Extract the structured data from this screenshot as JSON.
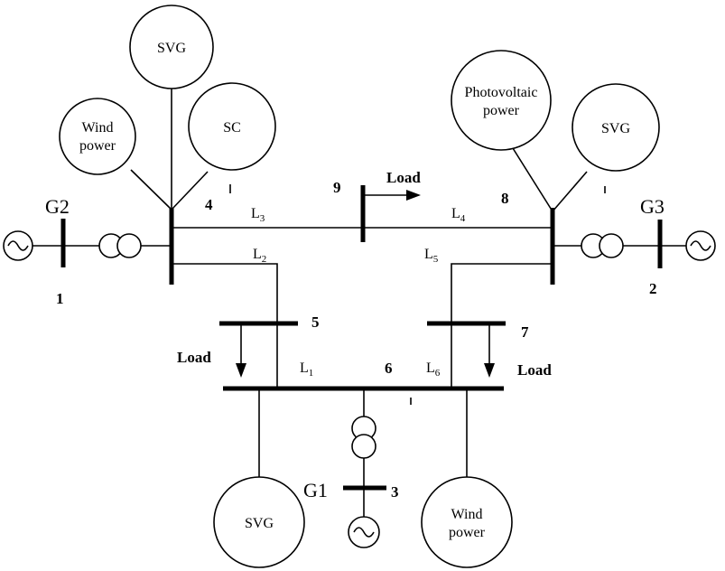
{
  "buses": {
    "b1": "1",
    "b2": "2",
    "b3": "3",
    "b4": "4",
    "b5": "5",
    "b6": "6",
    "b7": "7",
    "b8": "8",
    "b9": "9"
  },
  "generators": {
    "g1": "G1",
    "g2": "G2",
    "g3": "G3"
  },
  "lines": {
    "l1": {
      "base": "L",
      "sub": "1"
    },
    "l2": {
      "base": "L",
      "sub": "2"
    },
    "l3": {
      "base": "L",
      "sub": "3"
    },
    "l4": {
      "base": "L",
      "sub": "4"
    },
    "l5": {
      "base": "L",
      "sub": "5"
    },
    "l6": {
      "base": "L",
      "sub": "6"
    }
  },
  "loads": {
    "load9": "Load",
    "load5": "Load",
    "load7": "Load"
  },
  "components": {
    "svg_top": "SVG",
    "wind_left_1": "Wind",
    "wind_left_2": "power",
    "sc": "SC",
    "pv_1": "Photovoltaic",
    "pv_2": "power",
    "svg_right": "SVG",
    "svg_bottom": "SVG",
    "wind_bottom_1": "Wind",
    "wind_bottom_2": "power"
  }
}
